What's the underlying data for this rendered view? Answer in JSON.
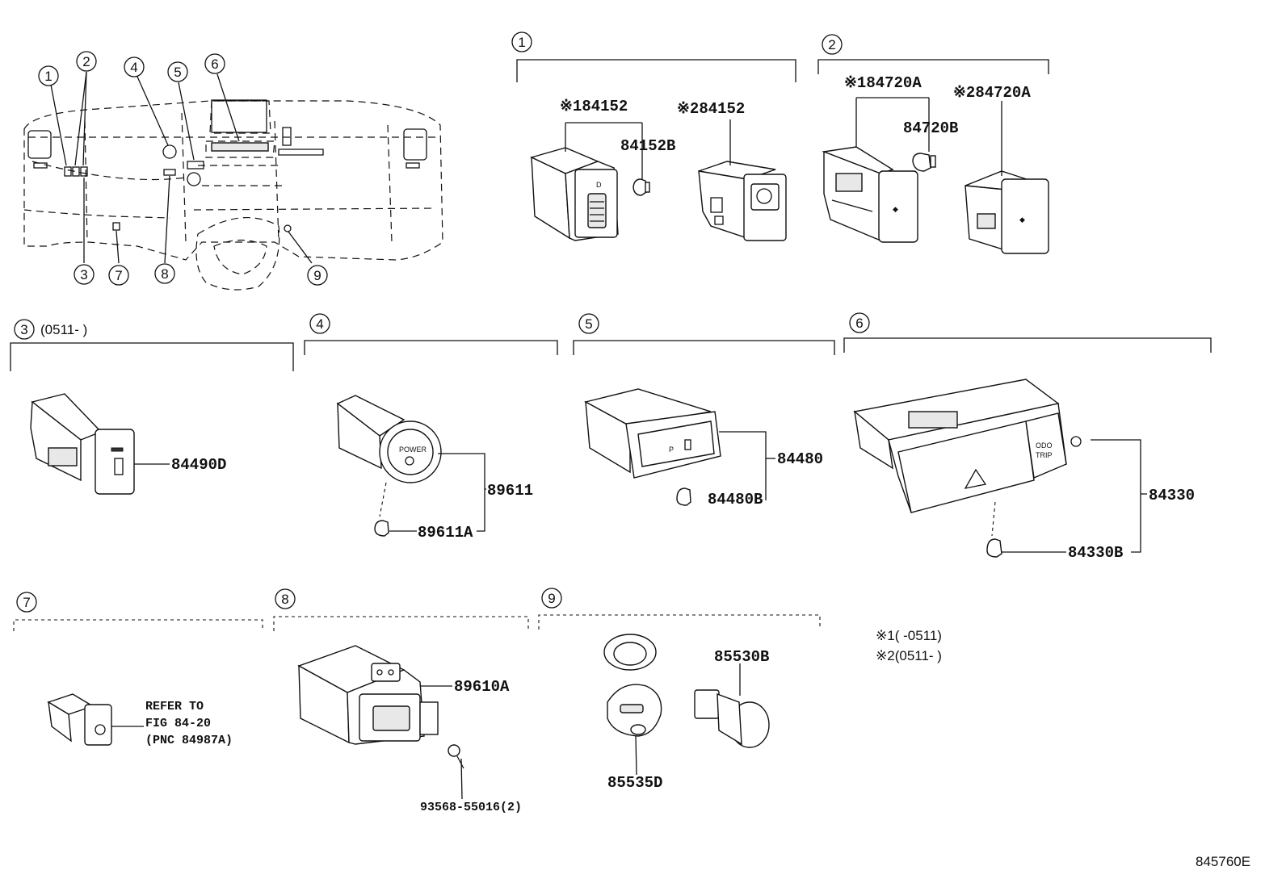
{
  "dash_overview": {
    "callouts": [
      "1",
      "2",
      "3",
      "4",
      "5",
      "6",
      "7",
      "8",
      "9"
    ]
  },
  "sections": [
    {
      "num": "1",
      "note": ""
    },
    {
      "num": "2",
      "note": ""
    },
    {
      "num": "3",
      "note": "(0511-  )"
    },
    {
      "num": "4",
      "note": ""
    },
    {
      "num": "5",
      "note": ""
    },
    {
      "num": "6",
      "note": ""
    },
    {
      "num": "7",
      "note": ""
    },
    {
      "num": "8",
      "note": ""
    },
    {
      "num": "9",
      "note": ""
    }
  ],
  "parts": {
    "s1_a": "※184152",
    "s1_b": "84152B",
    "s1_c": "※284152",
    "s2_a": "※184720A",
    "s2_b": "84720B",
    "s2_c": "※284720A",
    "s3_a": "84490D",
    "s4_a": "89611",
    "s4_b": "89611A",
    "s5_a": "84480",
    "s5_b": "84480B",
    "s6_a": "84330",
    "s6_b": "84330B",
    "s7_line1": "REFER TO",
    "s7_line2": "FIG 84-20",
    "s7_line3": "(PNC 84987A)",
    "s8_a": "89610A",
    "s8_b": "93568-55016(2)",
    "s9_a": "85530B",
    "s9_b": "85535D"
  },
  "switch_labels": {
    "power": "POWER",
    "odo": "ODO",
    "trip": "TRIP",
    "p": "P"
  },
  "notes": {
    "note1": "※1(   -0511)",
    "note2": "※2(0511-   )"
  },
  "footer": {
    "code": "845760E"
  }
}
